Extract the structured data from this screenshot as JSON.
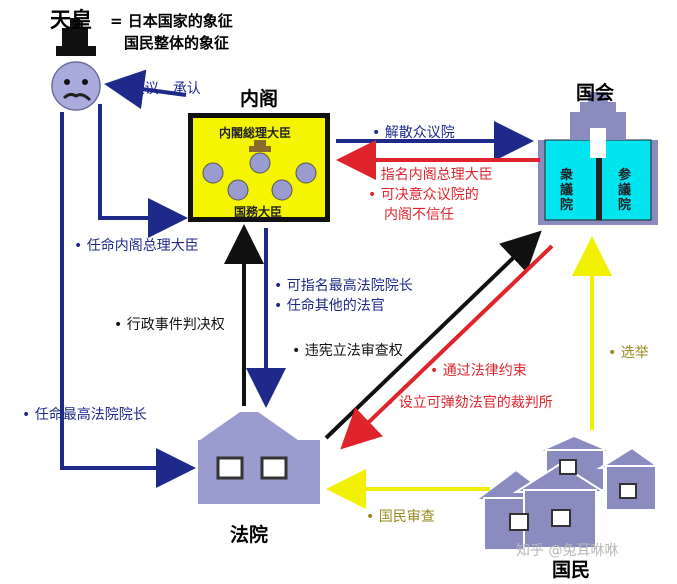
{
  "emperor": {
    "title": "天皇",
    "note_line1": "= 日本国家的象征",
    "note_line2": "国民整体的象征"
  },
  "cabinet": {
    "title": "内阁",
    "box_top": "内閣総理大臣",
    "box_bottom": "国務大臣"
  },
  "diet": {
    "title": "国会",
    "house_left": "衆議院",
    "house_right": "参議院"
  },
  "court": {
    "title": "法院"
  },
  "people": {
    "title": "国民"
  },
  "arrows": {
    "cabinet_to_emperor": "提议、承认",
    "cabinet_to_diet": "解散众议院",
    "diet_to_cabinet_1": "指名内阁总理大臣",
    "diet_to_cabinet_2": "可决意众议院的",
    "diet_to_cabinet_3": "内阁不信任",
    "emperor_to_cabinet": "任命内阁总理大臣",
    "cabinet_to_court_1": "可指名最高法院院长",
    "cabinet_to_court_2": "任命其他的法官",
    "court_to_cabinet": "行政事件判决权",
    "court_to_diet": "违宪立法审查权",
    "diet_to_court_1": "通过法律约束",
    "diet_to_court_2": "设立可弹劾法官的裁判所",
    "emperor_to_court": "任命最高法院院长",
    "people_to_diet": "选举",
    "people_to_court": "国民审查"
  },
  "watermark": "知乎 @兔耳咻咻",
  "colors": {
    "cabinet_box": "#f5f500",
    "diet_building": "#00e5f0",
    "court_building": "#9a9cd0",
    "house": "#8a8cc0",
    "blue_arrow": "#1e2a8a",
    "red_arrow": "#e0242b",
    "yellow_arrow": "#f5f500",
    "black_arrow": "#111111"
  }
}
